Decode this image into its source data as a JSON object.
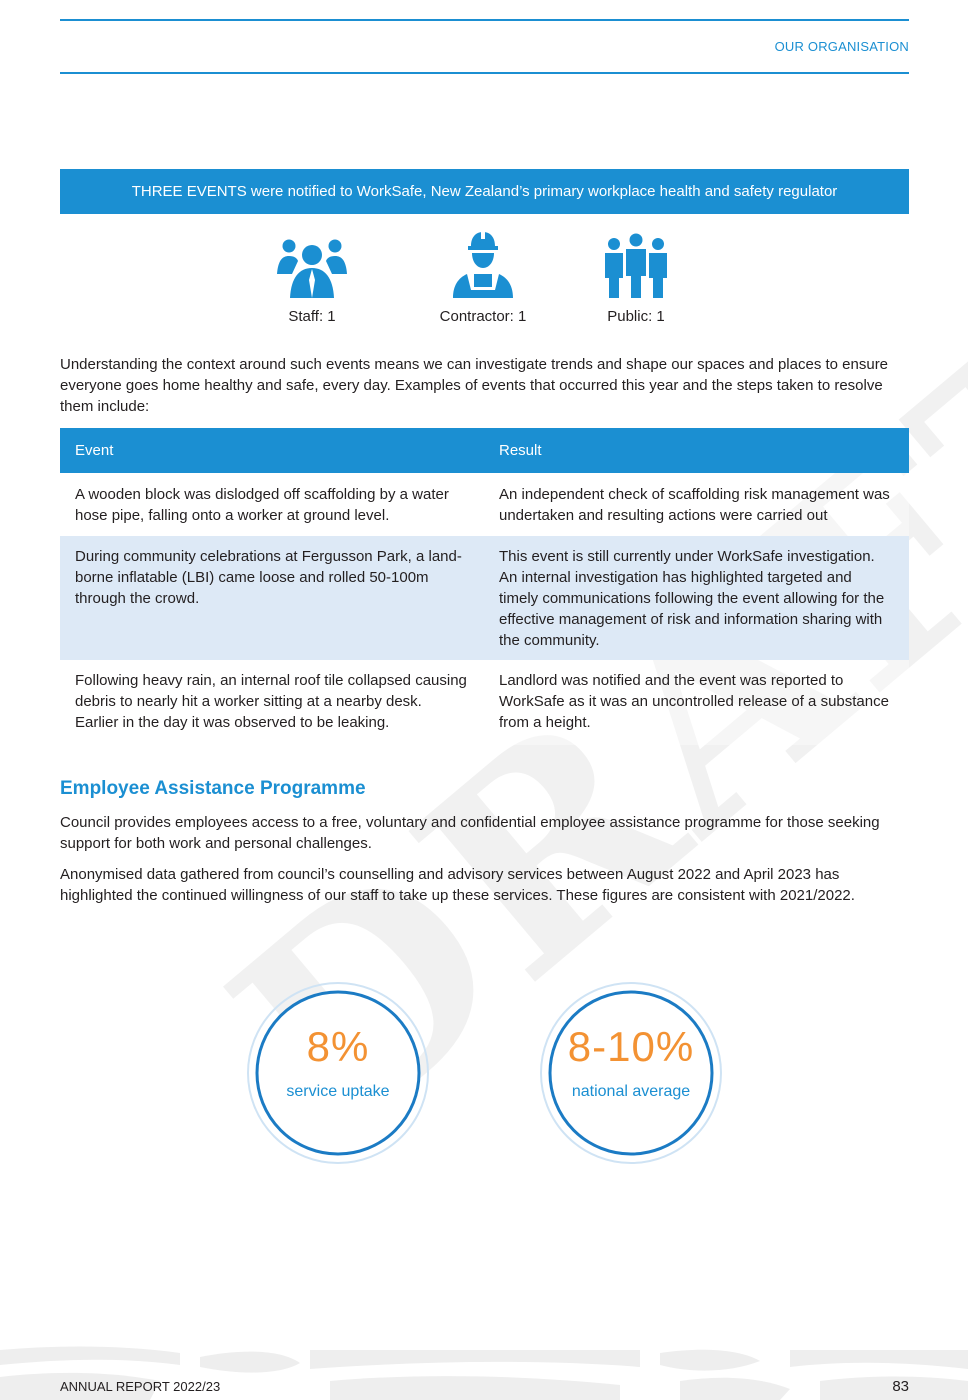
{
  "header": {
    "section": "OUR ORGANISATION"
  },
  "watermark": "DRAFT",
  "banner": "THREE EVENTS were notified to WorkSafe, New Zealand’s primary workplace health and safety regulator",
  "icons": [
    {
      "icon": "staff-group-icon",
      "label": "Staff: 1"
    },
    {
      "icon": "contractor-hardhat-icon",
      "label": "Contractor: 1"
    },
    {
      "icon": "public-people-icon",
      "label": "Public: 1"
    }
  ],
  "intro": "Understanding the context around such events means we can investigate trends and shape our spaces and places to ensure everyone goes home healthy and safe, every day. Examples of events that occurred this year and the steps taken to resolve them include:",
  "table": {
    "headers": [
      "Event",
      "Result"
    ],
    "rows": [
      {
        "event": "A wooden block was dislodged off scaffolding by a water hose pipe, falling onto a worker at ground level.",
        "result": "An independent check of scaffolding risk management was undertaken and resulting actions were carried out"
      },
      {
        "event": "During community celebrations at Fergusson Park, a land-borne inflatable (LBI) came loose and rolled 50-100m through the crowd.",
        "result": "This event is still currently under WorkSafe investigation. An internal investigation has highlighted targeted and timely communications following the event allowing for the effective management of risk and information sharing with the community."
      },
      {
        "event": "Following heavy rain, an internal roof tile collapsed causing debris to nearly hit a worker sitting at a nearby desk. Earlier in the day it was observed to be leaking.",
        "result": "Landlord was notified and the event was reported to WorkSafe as it was an uncontrolled release of a substance from a height."
      }
    ]
  },
  "eap": {
    "heading": "Employee Assistance Programme",
    "para1": "Council provides employees access to a free, voluntary and confidential employee assistance programme for those seeking support for both work and personal challenges.",
    "para2": "Anonymised data gathered from council’s counselling and advisory services between August 2022 and April 2023 has highlighted the continued willingness of our staff to take up these services.  These figures are consistent with 2021/2022."
  },
  "stats": [
    {
      "value": "8%",
      "caption": "service uptake"
    },
    {
      "value": "8-10%",
      "caption": "national average"
    }
  ],
  "colors": {
    "accent": "#1b8fd2",
    "highlight": "#f39233",
    "row_shade": "#dde9f6"
  },
  "footer": {
    "report": "ANNUAL REPORT 2022/23",
    "page": "83"
  }
}
